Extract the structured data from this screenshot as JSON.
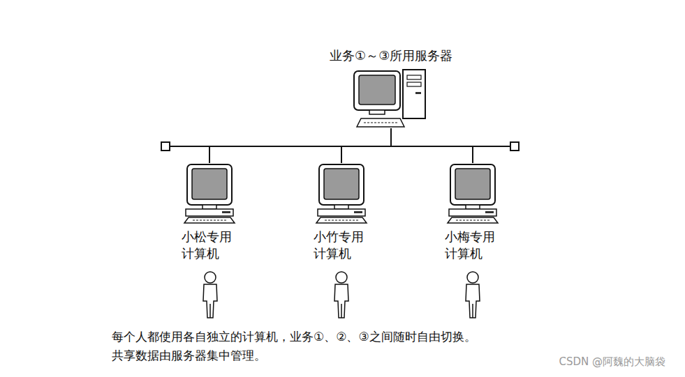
{
  "diagram": {
    "nodes": [
      {
        "text": [
          "业务①～③所用服务器"
        ]
      },
      {
        "text": [
          "小松专用 计算机"
        ]
      },
      {
        "text": [
          "小竹专用 计算机"
        ]
      },
      {
        "text": [
          "小梅专用 计算机"
        ]
      }
    ],
    "edges": [
      {
        "from": 0,
        "to": 1,
        "arrow": "none"
      },
      {
        "from": 0,
        "to": 2,
        "arrow": "none"
      },
      {
        "from": 0,
        "to": 3,
        "arrow": "none"
      }
    ],
    "labels": [
      "每个人都使用各自独立的计算机，业务①、②、③之间随时自由切换。",
      "共享数据由服务器集中管理。",
      "CSDN @阿魏的大脑袋"
    ]
  }
}
